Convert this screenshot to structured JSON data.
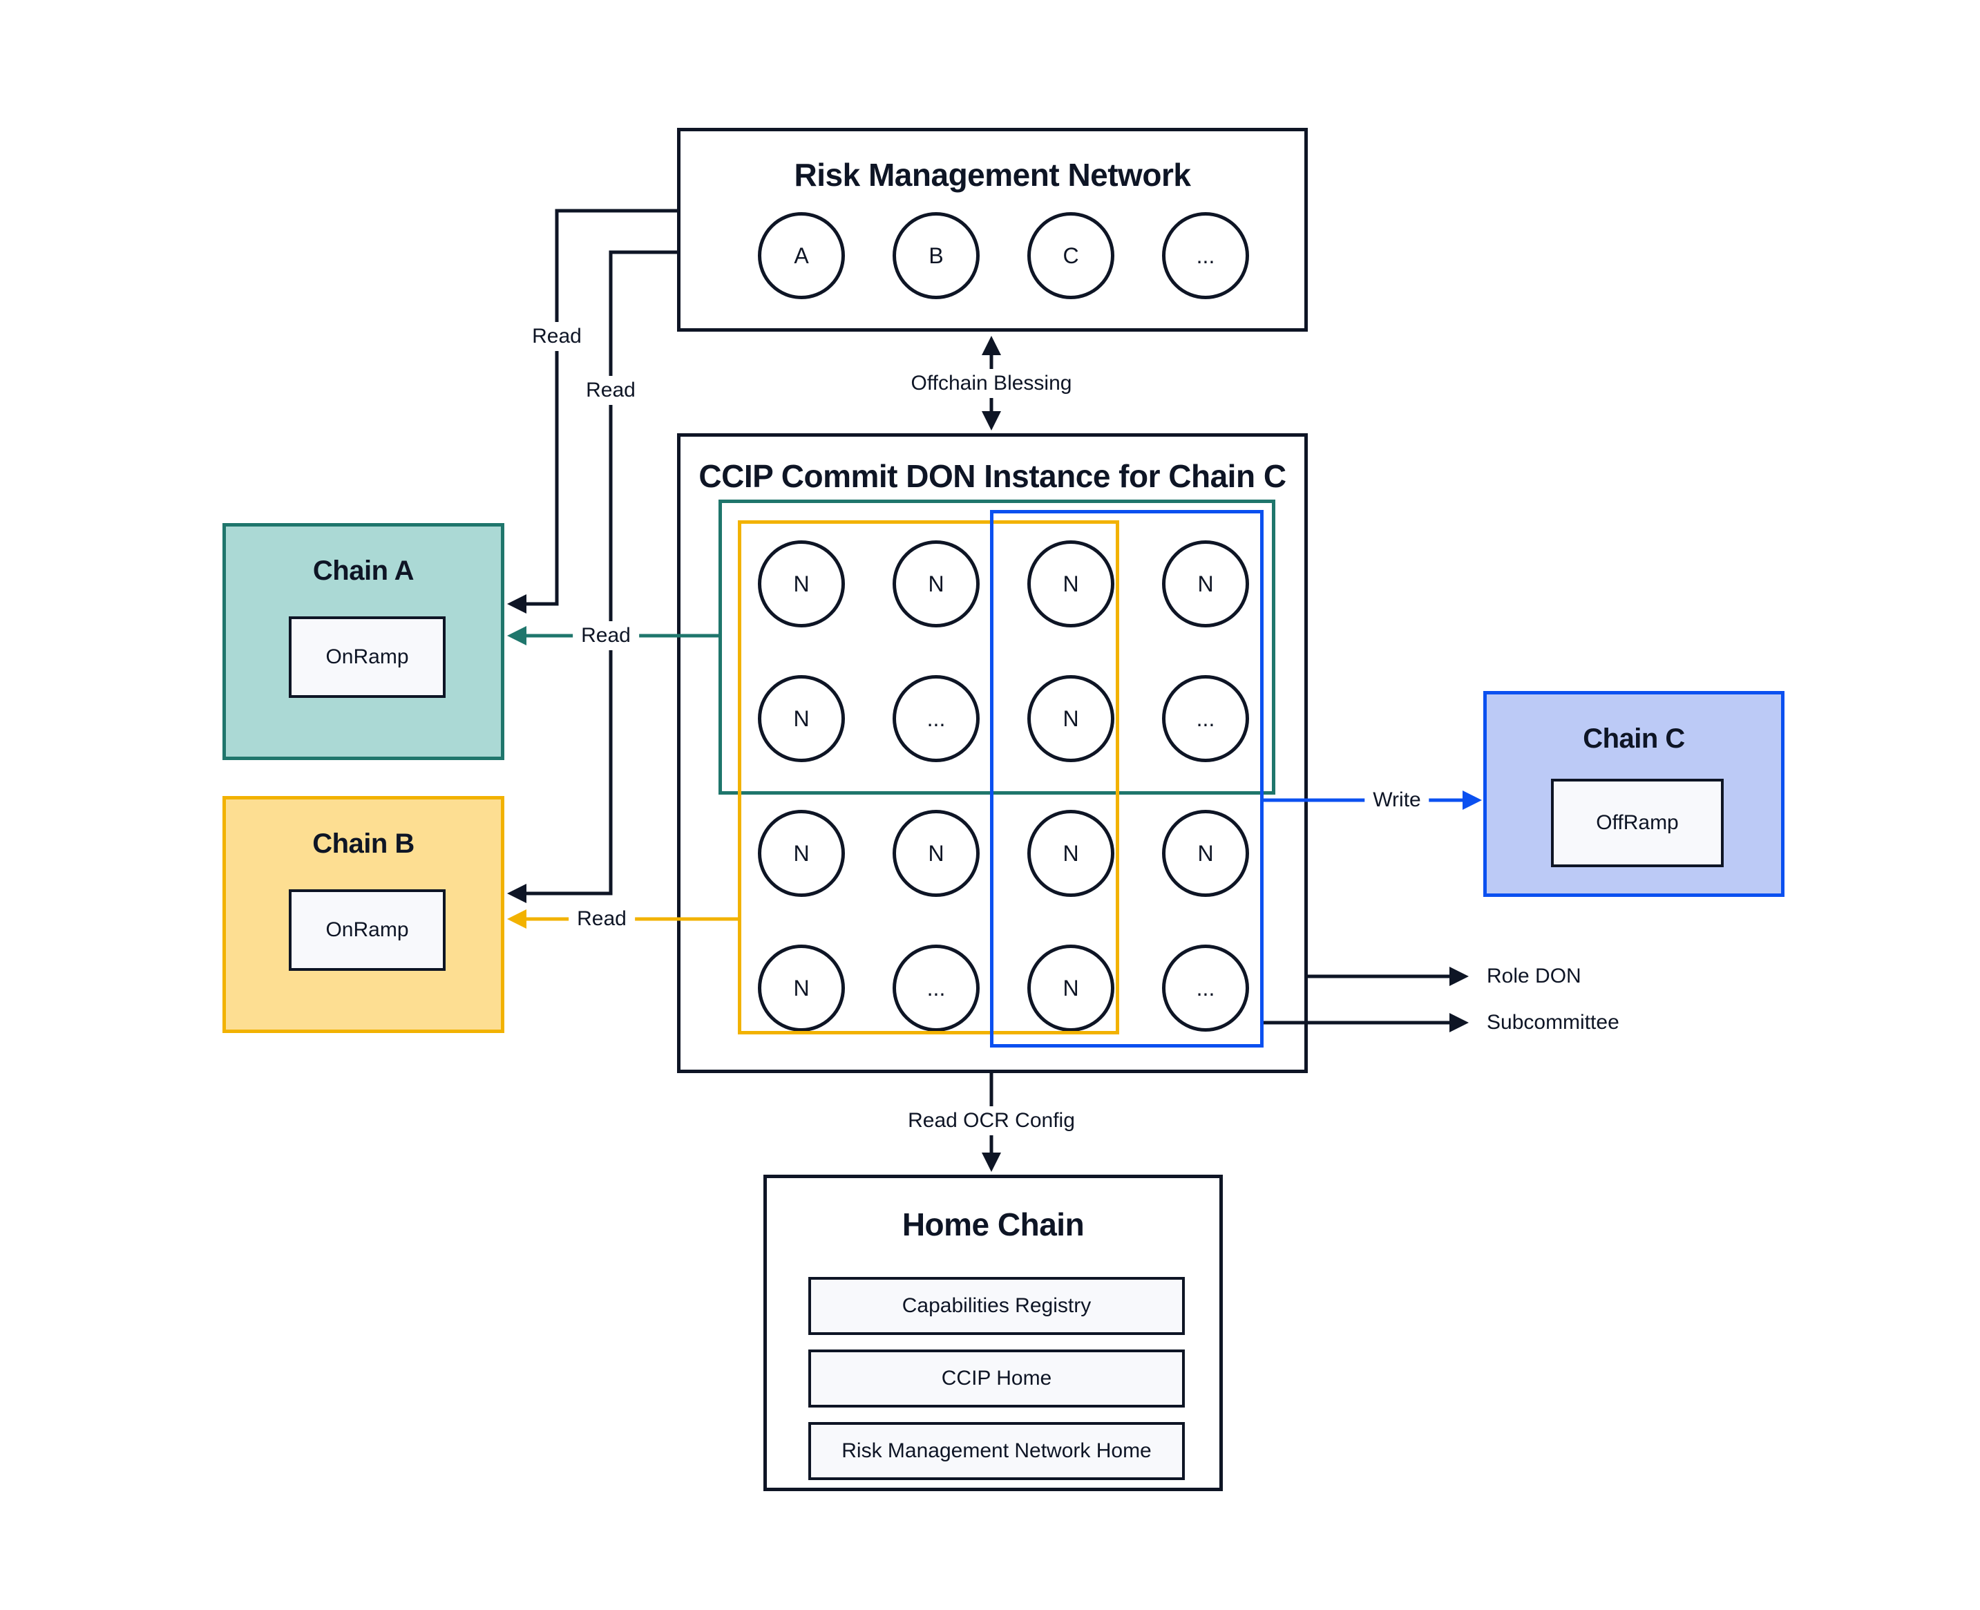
{
  "diagram": {
    "rmn": {
      "title": "Risk Management Network",
      "nodes": [
        "A",
        "B",
        "C",
        "..."
      ]
    },
    "don": {
      "title": "CCIP Commit DON Instance for Chain C",
      "nodes": [
        "N",
        "N",
        "N",
        "N",
        "N",
        "...",
        "N",
        "...",
        "N",
        "N",
        "N",
        "N",
        "N",
        "...",
        "N",
        "..."
      ]
    },
    "chain_a": {
      "title": "Chain A",
      "contract": "OnRamp"
    },
    "chain_b": {
      "title": "Chain B",
      "contract": "OnRamp"
    },
    "chain_c": {
      "title": "Chain C",
      "contract": "OffRamp"
    },
    "home_chain": {
      "title": "Home Chain",
      "contracts": [
        "Capabilities Registry",
        "CCIP Home",
        "Risk Management Network Home"
      ]
    },
    "labels": {
      "read": "Read",
      "write": "Write",
      "offchain_blessing": "Offchain Blessing",
      "read_ocr_config": "Read OCR Config",
      "role_don": "Role DON",
      "subcommittee": "Subcommittee"
    },
    "colors": {
      "ink": "#0E1525",
      "teal": "#1F766C",
      "teal_fill": "#ABD9D5",
      "amber": "#F2B200",
      "amber_fill": "#FDDE92",
      "blue": "#0B50F0",
      "blue_fill": "#BCCAF6",
      "panel_fill": "#F8F9FC"
    }
  }
}
